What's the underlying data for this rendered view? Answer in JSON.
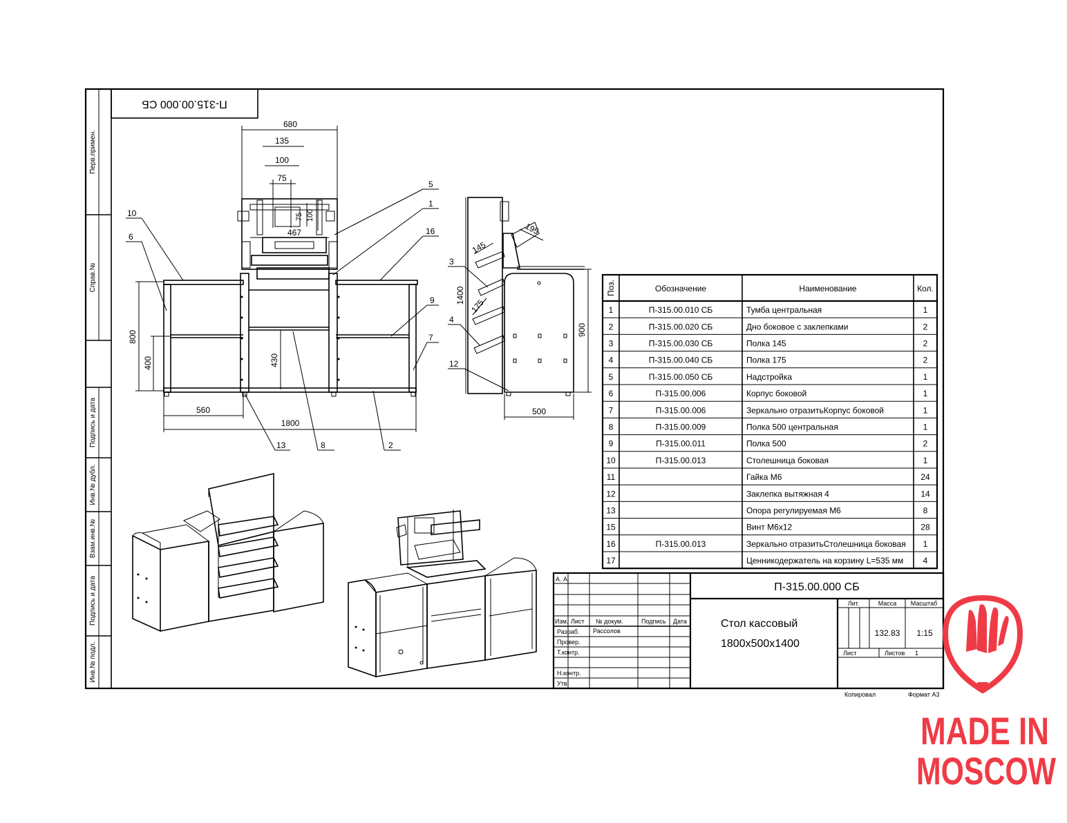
{
  "drawing": {
    "code": "П-315.00.000 СБ",
    "name_line1": "Стол кассовый",
    "name_line2": "1800x500x1400",
    "mass": "132.83",
    "scale": "1:15",
    "sheets_total": "1",
    "copied": "Копировал",
    "format": "Формат А3"
  },
  "left_strip": [
    "Перв.примен.",
    "Справ.№",
    "Подпись и дата",
    "Инв.№ дубл.",
    "Взам.инв.№",
    "Подпись и дата",
    "Инв.№ подл."
  ],
  "dimensions": {
    "front": [
      "680",
      "135",
      "100",
      "75",
      "75",
      "100",
      "467",
      "800",
      "400",
      "430",
      "560",
      "1800"
    ],
    "side": [
      "195",
      "145",
      "1400",
      "175",
      "900",
      "500"
    ]
  },
  "callouts": [
    "10",
    "6",
    "5",
    "1",
    "16",
    "9",
    "7",
    "13",
    "8",
    "2",
    "3",
    "4",
    "12"
  ],
  "bom": {
    "headers": [
      "Поз.",
      "Обозначение",
      "Наименование",
      "Кол."
    ],
    "rows": [
      [
        "1",
        "П-315.00.010 СБ",
        "Тумба центральная",
        "1"
      ],
      [
        "2",
        "П-315.00.020 СБ",
        "Дно боковое с заклепками",
        "2"
      ],
      [
        "3",
        "П-315.00.030 СБ",
        "Полка 145",
        "2"
      ],
      [
        "4",
        "П-315.00.040 СБ",
        "Полка 175",
        "2"
      ],
      [
        "5",
        "П-315.00.050 СБ",
        "Надстройка",
        "1"
      ],
      [
        "6",
        "П-315.00.006",
        "Корпус боковой",
        "1"
      ],
      [
        "7",
        "П-315.00.006",
        "Зеркально отразитьКорпус боковой",
        "1"
      ],
      [
        "8",
        "П-315.00.009",
        "Полка 500 центральная",
        "1"
      ],
      [
        "9",
        "П-315.00.011",
        "Полка 500",
        "2"
      ],
      [
        "10",
        "П-315.00.013",
        "Столешница боковая",
        "1"
      ],
      [
        "11",
        "",
        "Гайка М6",
        "24"
      ],
      [
        "12",
        "",
        "Заклепка вытяжная 4",
        "14"
      ],
      [
        "13",
        "",
        "Опора регулируемая М6",
        "8"
      ],
      [
        "15",
        "",
        "Винт М6x12",
        "28"
      ],
      [
        "16",
        "П-315.00.013",
        "Зеркально отразитьСтолешница боковая",
        "1"
      ],
      [
        "17",
        "",
        "Ценникодержатель на корзину   L=535 мм",
        "4"
      ]
    ]
  },
  "title_block": {
    "aa": "А. А.",
    "col_heads": [
      "Изм.",
      "Лист",
      "№ докум.",
      "Подпись",
      "Дата"
    ],
    "roles": [
      "Разраб.",
      "Провер.",
      "Т.контр.",
      "Н.контр.",
      "Утв."
    ],
    "developer": "Рассолов",
    "lit": "Лит.",
    "mass_label": "Масса",
    "scale_label": "Масштаб",
    "sheet_label": "Лист",
    "sheets_label": "Листов"
  },
  "logo": {
    "line1": "MADE IN",
    "line2": "MOSCOW",
    "color": "#ef3b46"
  }
}
